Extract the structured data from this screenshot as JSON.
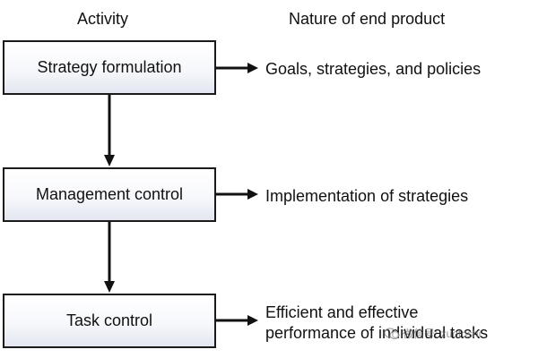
{
  "headers": {
    "activity": "Activity",
    "nature": "Nature of end product"
  },
  "activities": [
    {
      "label": "Strategy formulation",
      "product_lines": [
        "Goals, strategies, and policies"
      ]
    },
    {
      "label": "Management control",
      "product_lines": [
        "Implementation of strategies"
      ]
    },
    {
      "label": "Task control",
      "product_lines": [
        "Efficient and effective",
        "performance of individual tasks"
      ]
    }
  ],
  "watermark": {
    "text": "微信号: zuotoshi",
    "icon": "wechat-icon"
  }
}
